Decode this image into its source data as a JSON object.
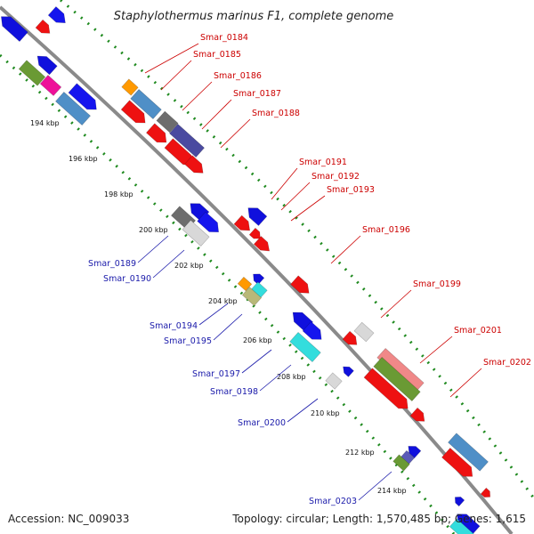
{
  "title": "Staphylothermus marinus F1, complete genome",
  "footer": {
    "accession": "Accession: NC_009033",
    "summary": "Topology: circular; Length: 1,570,485 bp; Genes: 1,615"
  },
  "colors": {
    "forward_label": "#cc0000",
    "reverse_label": "#1a1aaa",
    "backbone": "#8a8a8a",
    "gc_dots": "#1f8a1f"
  },
  "tick_labels": [
    "194 kbp",
    "196 kbp",
    "198 kbp",
    "200 kbp",
    "202 kbp",
    "204 kbp",
    "206 kbp",
    "208 kbp",
    "210 kbp",
    "212 kbp",
    "214 kbp"
  ],
  "forward_genes": [
    "Smar_0184",
    "Smar_0185",
    "Smar_0186",
    "Smar_0187",
    "Smar_0188",
    "Smar_0191",
    "Smar_0192",
    "Smar_0193",
    "Smar_0196",
    "Smar_0199",
    "Smar_0201",
    "Smar_0202"
  ],
  "reverse_genes": [
    "Smar_0189",
    "Smar_0190",
    "Smar_0194",
    "Smar_0195",
    "Smar_0197",
    "Smar_0198",
    "Smar_0200",
    "Smar_0203"
  ]
}
